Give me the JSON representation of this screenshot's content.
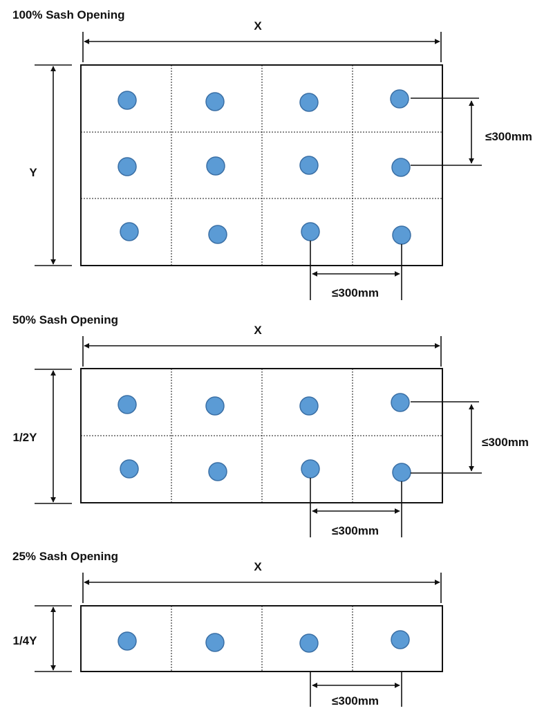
{
  "colors": {
    "point": "#5b9bd5",
    "point_outline": "#3a6fa5",
    "line": "#111111"
  },
  "panels": [
    {
      "id": "100",
      "title": "100% Sash Opening",
      "width_label": "X",
      "height_label": "Y",
      "spacing_label_vertical": "≤300mm",
      "spacing_label_horizontal": "≤300mm",
      "rows": 3,
      "cols": 4
    },
    {
      "id": "50",
      "title": "50% Sash Opening",
      "width_label": "X",
      "height_label": "1/2Y",
      "spacing_label_vertical": "≤300mm",
      "spacing_label_horizontal": "≤300mm",
      "rows": 2,
      "cols": 4
    },
    {
      "id": "25",
      "title": "25% Sash Opening",
      "width_label": "X",
      "height_label": "1/4Y",
      "spacing_label_horizontal": "≤300mm",
      "rows": 1,
      "cols": 4
    }
  ]
}
